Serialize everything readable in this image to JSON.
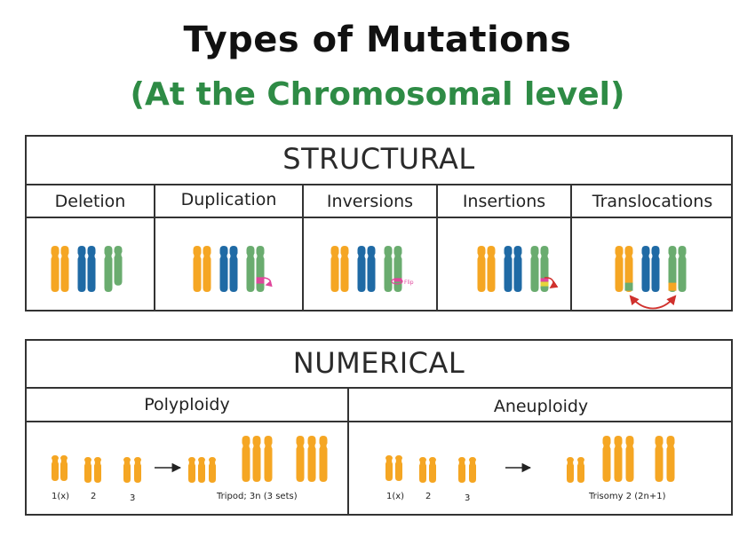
{
  "title": "Types of Mutations",
  "subtitle": "(At the Chromosomal level)",
  "structural": {
    "heading": "STRUCTURAL",
    "columns": [
      "Deletion",
      "Duplication",
      "Inversions",
      "Insertions",
      "Translocations"
    ],
    "inversion_note": "Flip"
  },
  "numerical": {
    "heading": "NUMERICAL",
    "columns": [
      "Polyploidy",
      "Aneuploidy"
    ],
    "polyploidy_labels": [
      "1(x)",
      "2",
      "3"
    ],
    "polyploidy_result": "Tripod; 3n (3 sets)",
    "aneuploidy_labels": [
      "1(x)",
      "2",
      "3"
    ],
    "aneuploidy_result": "Trisomy 2 (2n+1)"
  },
  "colors": {
    "orange": "#f5a623",
    "blue": "#1f6aa5",
    "green": "#6aac6f",
    "pink": "#e0459b",
    "yellow": "#e6d43a",
    "red": "#d0312d",
    "title_green": "#2e8b45"
  }
}
